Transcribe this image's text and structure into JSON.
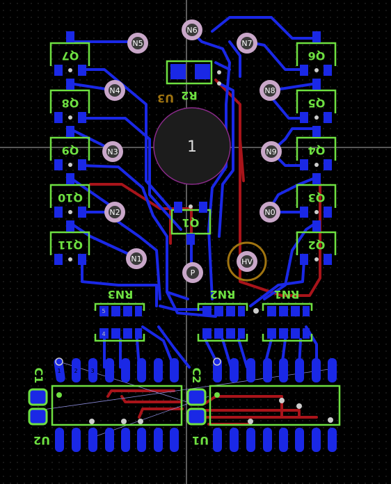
{
  "colors": {
    "background": "#000000",
    "bottom_copper": "#1a28e6",
    "top_copper": "#a8141a",
    "silkscreen": "#6ee041",
    "via": "#c9a7c9",
    "hv_ring": "#a07410",
    "u3_label": "#a07410"
  },
  "transistors_left": [
    {
      "label": "Q7"
    },
    {
      "label": "Q8"
    },
    {
      "label": "Q9"
    },
    {
      "label": "Q10"
    },
    {
      "label": "Q11"
    }
  ],
  "transistors_right": [
    {
      "label": "Q6"
    },
    {
      "label": "Q5"
    },
    {
      "label": "Q4"
    },
    {
      "label": "Q3"
    },
    {
      "label": "Q2"
    }
  ],
  "transistor_center": {
    "label": "Q1"
  },
  "nets": {
    "n1": "N1",
    "n2": "N2",
    "n3": "N3",
    "n4": "N4",
    "n5": "N5",
    "n6": "N6",
    "n7": "N7",
    "n8": "N8",
    "n9": "N9",
    "n0": "N0",
    "p": "P",
    "hv": "HV"
  },
  "resistor": {
    "label": "R2"
  },
  "tube": {
    "label": "U3",
    "pin": "1"
  },
  "resistor_networks": [
    {
      "label": "RN3"
    },
    {
      "label": "RN2"
    },
    {
      "label": "RN1"
    }
  ],
  "ics": [
    {
      "label": "U2"
    },
    {
      "label": "U1"
    }
  ],
  "capacitors": [
    {
      "label": "C1"
    },
    {
      "label": "C2"
    }
  ],
  "pin_numbers": {
    "p1": "1",
    "p2": "2",
    "p3": "3",
    "p4": "4",
    "p5": "5"
  }
}
